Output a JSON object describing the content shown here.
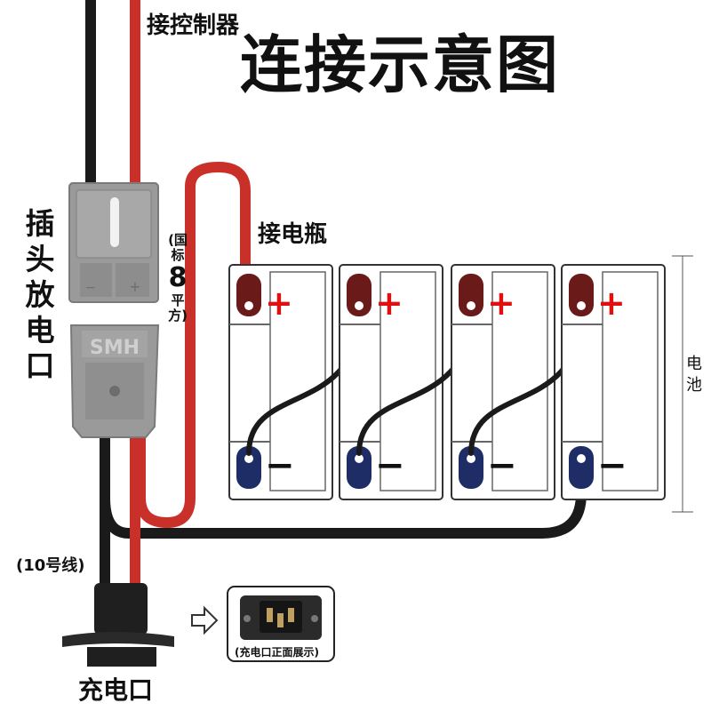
{
  "labels": {
    "title": "连接示意图",
    "controller": "接控制器",
    "battery": "接电瓶",
    "plug_discharge": "插头放电口",
    "national_standard": "(国标",
    "wire_size_number": "8",
    "wire_size_unit": "平方)",
    "wire_10": "(10号线)",
    "charge_port": "充电口",
    "battery_cell": "电池",
    "charge_port_front": "(充电口正面展示)"
  },
  "connector_logo": "SMH",
  "terminals": {
    "positive": "+",
    "negative": "−"
  },
  "colors": {
    "red_wire": "#c9302a",
    "black_wire": "#1a1a1a",
    "connector": "#9a9a9a",
    "positive_terminal": "#6b1a1a",
    "negative_terminal": "#1e2d66"
  }
}
